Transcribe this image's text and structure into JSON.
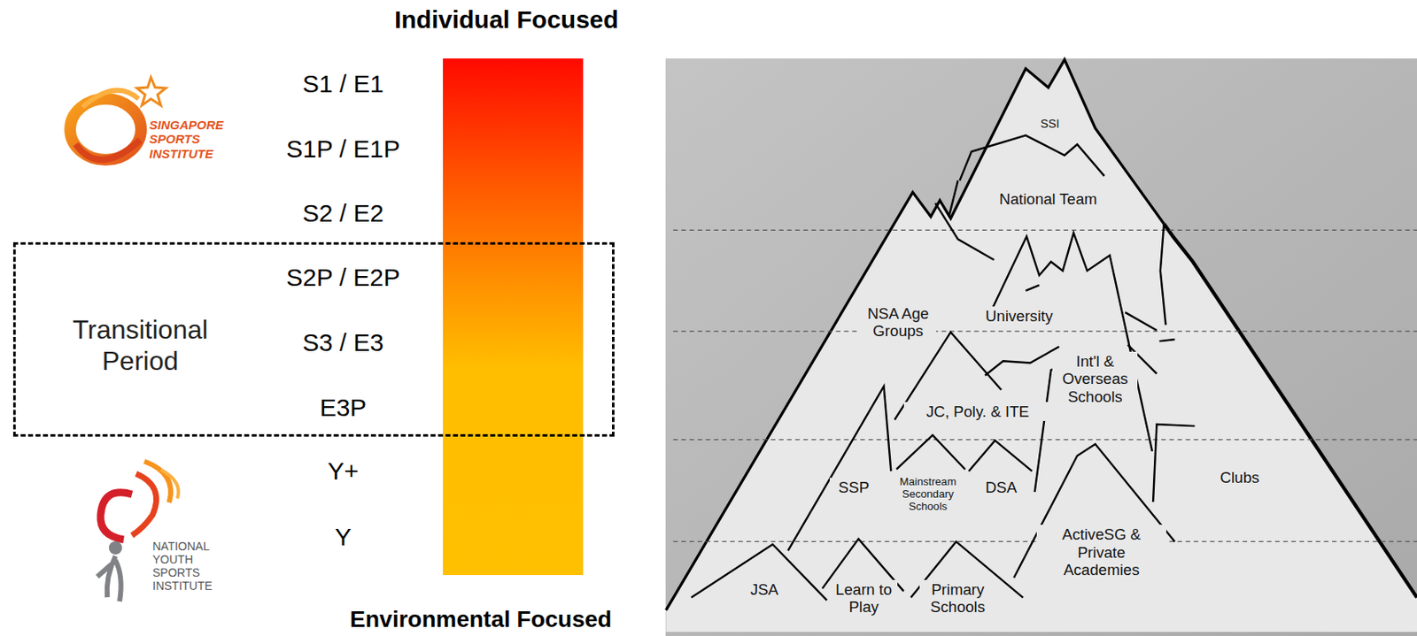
{
  "diagram": {
    "nodes": [
      {
        "text": [
          "Transitional Period"
        ]
      }
    ],
    "labels": [
      "Individual Focused",
      "S1 / E1",
      "S1P / E1P",
      "S2 / E2",
      "S2P / E2P",
      "S3 / E3",
      "E3P",
      "Y+",
      "Y",
      "Environmental Focused",
      "SINGAPORE SPORTS INSTITUTE",
      "NATIONAL YOUTH SPORTS INSTITUTE",
      "SSI",
      "National Team",
      "NSA Age Groups",
      "University",
      "Int'l & Overseas Schools",
      "JC, Poly. & ITE",
      "SSP",
      "Mainstream Secondary Schools",
      "DSA",
      "Clubs",
      "ActiveSG & Private Academies",
      "JSA",
      "Learn to Play",
      "Primary Schools"
    ]
  }
}
